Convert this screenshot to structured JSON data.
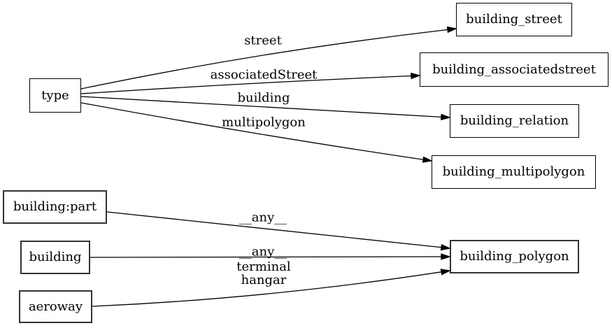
{
  "diagram": {
    "background_color": "#ffffff",
    "line_color": "#000000",
    "text_color": "#000000",
    "nodes": {
      "type": {
        "label": "type"
      },
      "building_street": {
        "label": "building_street"
      },
      "building_associatedstreet": {
        "label": "building_associatedstreet"
      },
      "building_relation": {
        "label": "building_relation"
      },
      "building_multipolygon": {
        "label": "building_multipolygon"
      },
      "building_part": {
        "label": "building:part"
      },
      "building": {
        "label": "building"
      },
      "aeroway": {
        "label": "aeroway"
      },
      "building_polygon": {
        "label": "building_polygon"
      }
    },
    "edges": [
      {
        "from": "type",
        "to": "building_street",
        "label": "street"
      },
      {
        "from": "type",
        "to": "building_associatedstreet",
        "label": "associatedStreet"
      },
      {
        "from": "type",
        "to": "building_relation",
        "label": "building"
      },
      {
        "from": "type",
        "to": "building_multipolygon",
        "label": "multipolygon"
      },
      {
        "from": "building:part",
        "to": "building_polygon",
        "label": "__any__"
      },
      {
        "from": "building",
        "to": "building_polygon",
        "label": "__any__"
      },
      {
        "from": "aeroway",
        "to": "building_polygon",
        "label": "terminal\nhangar"
      }
    ]
  }
}
